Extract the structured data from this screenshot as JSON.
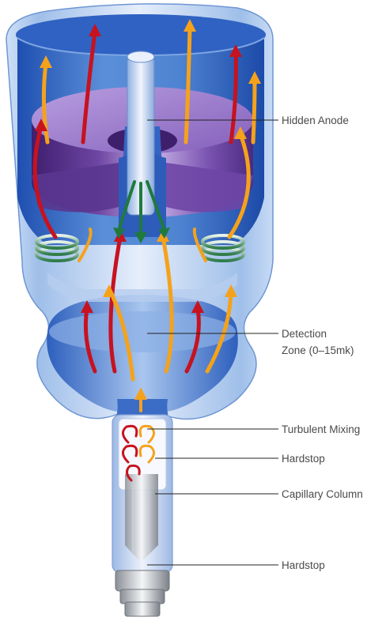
{
  "labels": {
    "hidden_anode": "Hidden Anode",
    "detection_line1": "Detection",
    "detection_line2": "Zone (0–15mk)",
    "turbulent_mixing": "Turbulent Mixing",
    "hardstop_upper": "Hardstop",
    "capillary_column": "Capillary Column",
    "hardstop_lower": "Hardstop"
  },
  "colors": {
    "chamber_blue": "#3f72c8",
    "chamber_light": "#dfeafa",
    "anode_purple": "#7b4fa8",
    "flow_red": "#c7121f",
    "flow_orange": "#f5a21b",
    "flow_green": "#1f7a3c",
    "leader_line": "#222222",
    "label_text": "#4a4a4a"
  }
}
